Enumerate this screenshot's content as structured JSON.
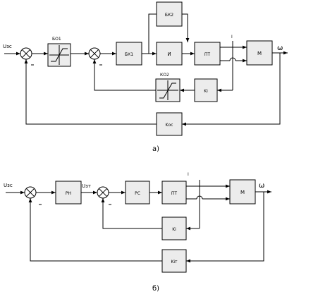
{
  "diagram_a": {
    "caption": "а)",
    "input_label": "Uзс",
    "output_label": "ω",
    "current_label": "I",
    "block_bo_label": "БО1",
    "block_bk1_label": "БК1",
    "block_bk2_label": "БК2",
    "block_i_label": "И",
    "block_tp_label": "ПТ",
    "block_m_label": "М",
    "block_ki_label": "Kі",
    "block_ko2_label": "КО2",
    "block_kos_label": "Kос"
  },
  "diagram_b": {
    "caption": "б)",
    "input_label": "Uзс",
    "uzt_label": "Uзт",
    "output_label": "ω",
    "current_label": "I",
    "block_rs_label": "РН",
    "block_rt_label": "РС",
    "block_tp_label": "ПТ",
    "block_m_label": "М",
    "block_ki_label": "Kі",
    "block_kos_label": "Kіт"
  }
}
